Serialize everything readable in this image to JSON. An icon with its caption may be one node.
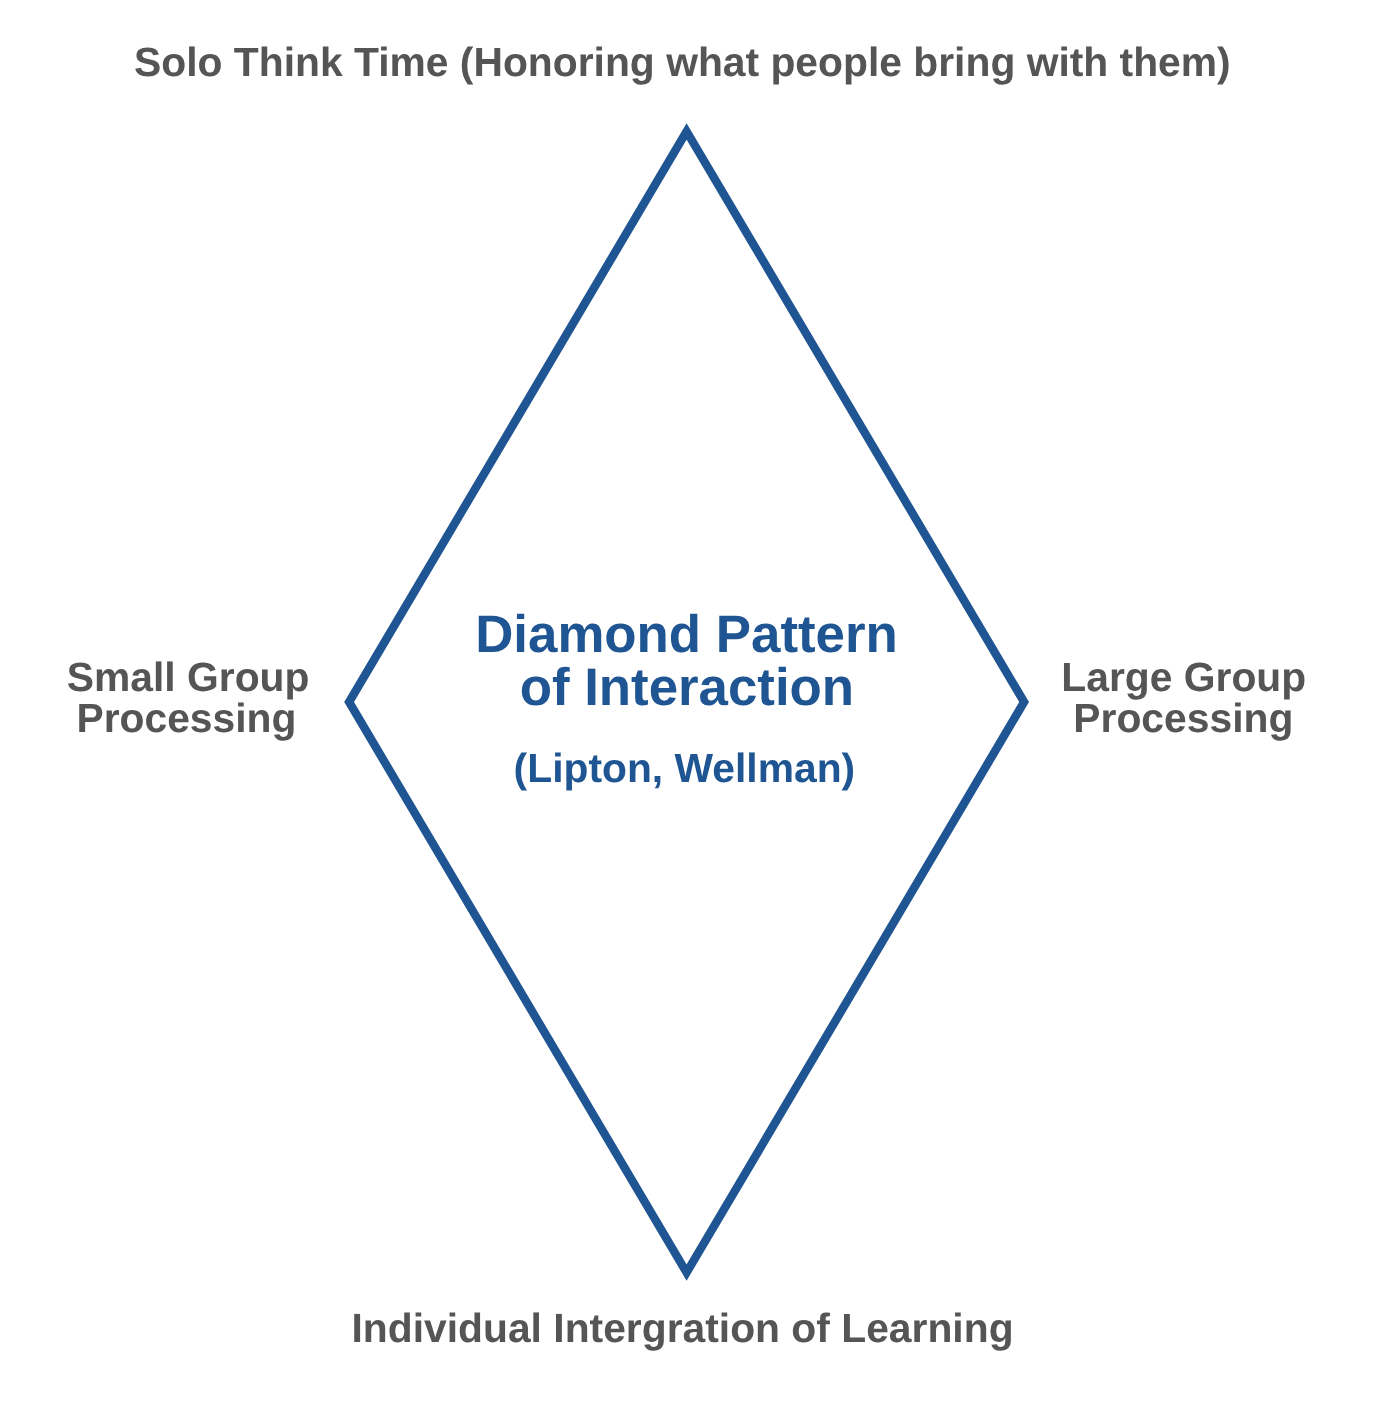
{
  "diagram": {
    "nodes": [
      {
        "text": [
          "Diamond Pattern of Interaction",
          "(Lipton, Wellman)"
        ]
      }
    ],
    "labels": [
      "Solo Think Time (Honoring what people bring with them)",
      "Small Group Processing",
      "Large Group Processing",
      "Individual Intergration of Learning"
    ]
  }
}
